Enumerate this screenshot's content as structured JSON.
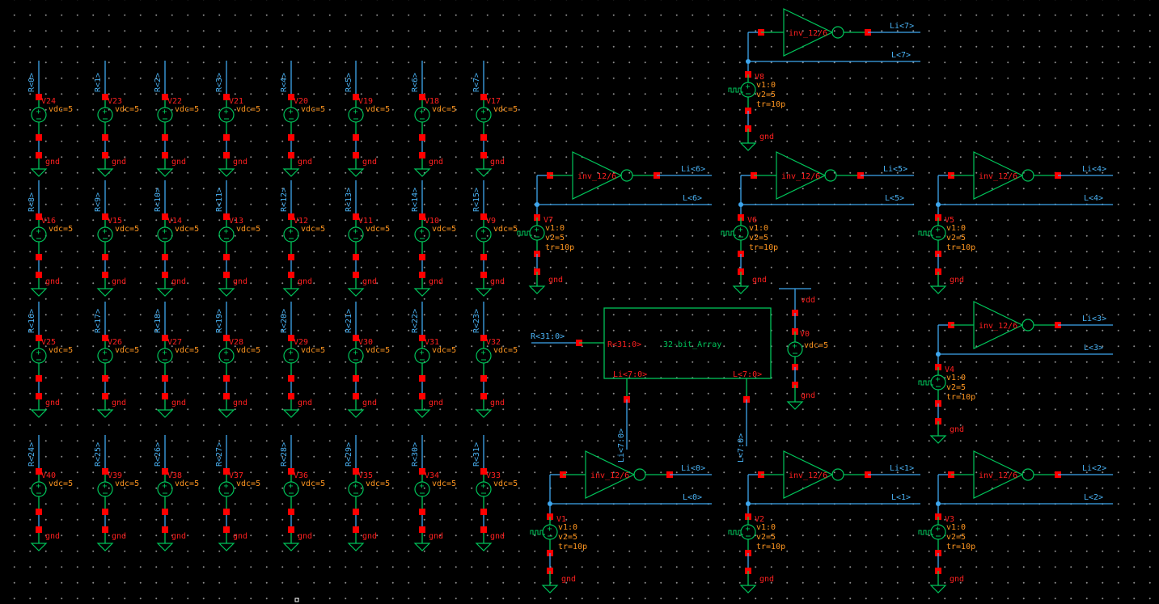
{
  "colors": {
    "wire": "#3da6ee",
    "symbol": "#00c45a",
    "pin": "#ff0000",
    "param": "#ff9620",
    "label": "#4ab2f4",
    "name": "#ff2020"
  },
  "dc_sources": {
    "param": "vdc=5",
    "ground": "gnd",
    "rows": [
      {
        "nets": [
          "R<0>",
          "R<1>",
          "R<2>",
          "R<3>",
          "R<4>",
          "R<5>",
          "R<6>",
          "R<7>"
        ],
        "names": [
          "V24",
          "V23",
          "V22",
          "V21",
          "V20",
          "V19",
          "V18",
          "V17"
        ]
      },
      {
        "nets": [
          "R<8>",
          "R<9>",
          "R<10>",
          "R<11>",
          "R<12>",
          "R<13>",
          "R<14>",
          "R<15>"
        ],
        "names": [
          "V16",
          "V15",
          "V14",
          "V13",
          "V12",
          "V11",
          "V10",
          "V9"
        ]
      },
      {
        "nets": [
          "R<16>",
          "R<17>",
          "R<18>",
          "R<19>",
          "R<20>",
          "R<21>",
          "R<22>",
          "R<23>"
        ],
        "names": [
          "V25",
          "V26",
          "V27",
          "V28",
          "V29",
          "V30",
          "V31",
          "V32"
        ]
      },
      {
        "nets": [
          "R<24>",
          "R<25>",
          "R<26>",
          "R<27>",
          "R<28>",
          "R<29>",
          "R<30>",
          "R<31>"
        ],
        "names": [
          "V40",
          "V39",
          "V38",
          "V37",
          "V36",
          "V35",
          "V34",
          "V33"
        ]
      }
    ]
  },
  "inverters": [
    {
      "cell": "inv_12/6",
      "out": "Li<7>",
      "in": "L<7>",
      "source": "V8"
    },
    {
      "cell": "inv_12/6",
      "out": "Li<6>",
      "in": "L<6>",
      "source": "V7"
    },
    {
      "cell": "inv_12/6",
      "out": "Li<5>",
      "in": "L<5>",
      "source": "V6"
    },
    {
      "cell": "inv_12/6",
      "out": "Li<4>",
      "in": "L<4>",
      "source": "V5"
    },
    {
      "cell": "inv_12/6",
      "out": "Li<3>",
      "in": "L<3>",
      "source": "V4"
    },
    {
      "cell": "inv_12/6",
      "out": "Li<0>",
      "in": "L<0>",
      "source": "V1"
    },
    {
      "cell": "inv_12/6",
      "out": "Li<1>",
      "in": "L<1>",
      "source": "V2"
    },
    {
      "cell": "inv_12/6",
      "out": "Li<2>",
      "in": "L<2>",
      "source": "V3"
    }
  ],
  "pulse": {
    "v1": "v1:0",
    "v2": "v2=5",
    "tr": "tr=10p",
    "ground": "gnd"
  },
  "array": {
    "title": "32-bit_Array",
    "pin_r": "R<31:0>",
    "pin_li": "Li<7:0>",
    "pin_l": "L<7:0>",
    "net_r": "R<31:0>",
    "net_li": "Li<7:0>",
    "net_l": "L<7:0>"
  },
  "vdd_source": {
    "name": "V0",
    "param": "vdc=5",
    "top": "vdd",
    "ground": "gnd"
  }
}
